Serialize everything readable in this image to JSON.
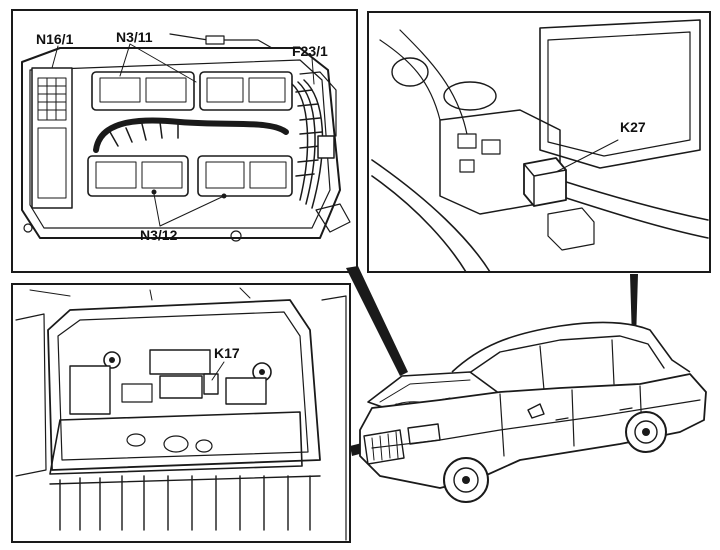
{
  "figure": {
    "labels": {
      "n16_1": "N16/1",
      "n3_11": "N3/11",
      "f23_1": "F23/1",
      "n3_12": "N3/12",
      "k27": "K27",
      "k17": "K17"
    },
    "panels": [
      {
        "name": "engine-compartment-control-units",
        "labels": [
          "N16/1",
          "N3/11",
          "F23/1",
          "N3/12"
        ]
      },
      {
        "name": "relay-bracket-detail",
        "labels": [
          "K27"
        ]
      },
      {
        "name": "underhood-module-box",
        "labels": [
          "K17"
        ]
      },
      {
        "name": "vehicle-overview",
        "labels": []
      }
    ]
  }
}
